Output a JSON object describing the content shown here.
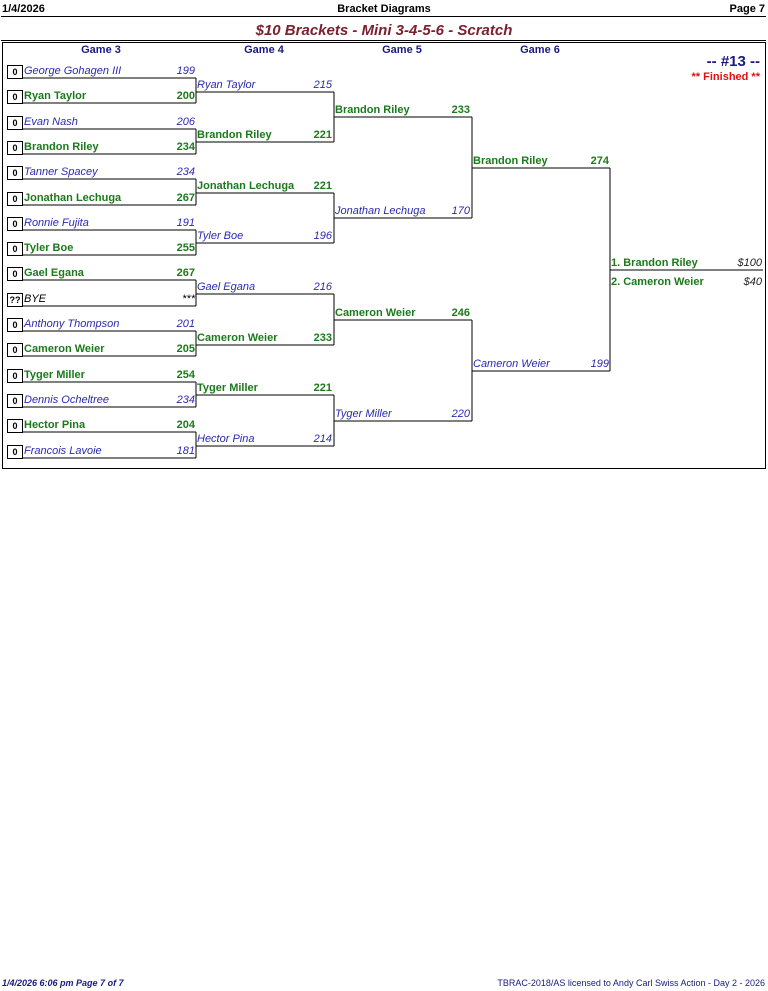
{
  "header": {
    "date": "1/4/2026",
    "center": "Bracket Diagrams",
    "page": "Page 7"
  },
  "title": "$10 Brackets - Mini 3-4-5-6 - Scratch",
  "columns": [
    "Game 3",
    "Game 4",
    "Game 5",
    "Game 6"
  ],
  "event": {
    "number": "-- #13 --",
    "status": "** Finished **"
  },
  "game3": [
    {
      "box": "0",
      "name": "George Gohagen III",
      "score": "199",
      "win": false
    },
    {
      "box": "0",
      "name": "Ryan Taylor",
      "score": "200",
      "win": true
    },
    {
      "box": "0",
      "name": "Evan Nash",
      "score": "206",
      "win": false
    },
    {
      "box": "0",
      "name": "Brandon Riley",
      "score": "234",
      "win": true
    },
    {
      "box": "0",
      "name": "Tanner Spacey",
      "score": "234",
      "win": false
    },
    {
      "box": "0",
      "name": "Jonathan Lechuga",
      "score": "267",
      "win": true
    },
    {
      "box": "0",
      "name": "Ronnie Fujita",
      "score": "191",
      "win": false
    },
    {
      "box": "0",
      "name": "Tyler Boe",
      "score": "255",
      "win": true
    },
    {
      "box": "0",
      "name": "Gael Egana",
      "score": "267",
      "win": true
    },
    {
      "box": "??",
      "name": "BYE",
      "score": "***",
      "win": false,
      "bye": true
    },
    {
      "box": "0",
      "name": "Anthony Thompson",
      "score": "201",
      "win": false
    },
    {
      "box": "0",
      "name": "Cameron Weier",
      "score": "205",
      "win": true
    },
    {
      "box": "0",
      "name": "Tyger Miller",
      "score": "254",
      "win": true
    },
    {
      "box": "0",
      "name": "Dennis Ocheltree",
      "score": "234",
      "win": false
    },
    {
      "box": "0",
      "name": "Hector Pina",
      "score": "204",
      "win": true
    },
    {
      "box": "0",
      "name": "Francois Lavoie",
      "score": "181",
      "win": false
    }
  ],
  "game4": [
    {
      "name": "Ryan Taylor",
      "score": "215",
      "win": false
    },
    {
      "name": "Brandon Riley",
      "score": "221",
      "win": true
    },
    {
      "name": "Jonathan Lechuga",
      "score": "221",
      "win": true
    },
    {
      "name": "Tyler Boe",
      "score": "196",
      "win": false
    },
    {
      "name": "Gael Egana",
      "score": "216",
      "win": false
    },
    {
      "name": "Cameron Weier",
      "score": "233",
      "win": true
    },
    {
      "name": "Tyger Miller",
      "score": "221",
      "win": true
    },
    {
      "name": "Hector Pina",
      "score": "214",
      "win": false
    }
  ],
  "game5": [
    {
      "name": "Brandon Riley",
      "score": "233",
      "win": true
    },
    {
      "name": "Jonathan Lechuga",
      "score": "170",
      "win": false
    },
    {
      "name": "Cameron Weier",
      "score": "246",
      "win": true
    },
    {
      "name": "Tyger Miller",
      "score": "220",
      "win": false
    }
  ],
  "game6": [
    {
      "name": "Brandon Riley",
      "score": "274",
      "win": true
    },
    {
      "name": "Cameron Weier",
      "score": "199",
      "win": false
    }
  ],
  "results": [
    {
      "place": "1. Brandon Riley",
      "prize": "$100"
    },
    {
      "place": "2. Cameron Weier",
      "prize": "$40"
    }
  ],
  "footer": {
    "left": "1/4/2026  6:06 pm  Page 7 of 7",
    "right": "TBRAC-2018/AS licensed to Andy Carl  Swiss Action - Day 2 - 2026"
  }
}
